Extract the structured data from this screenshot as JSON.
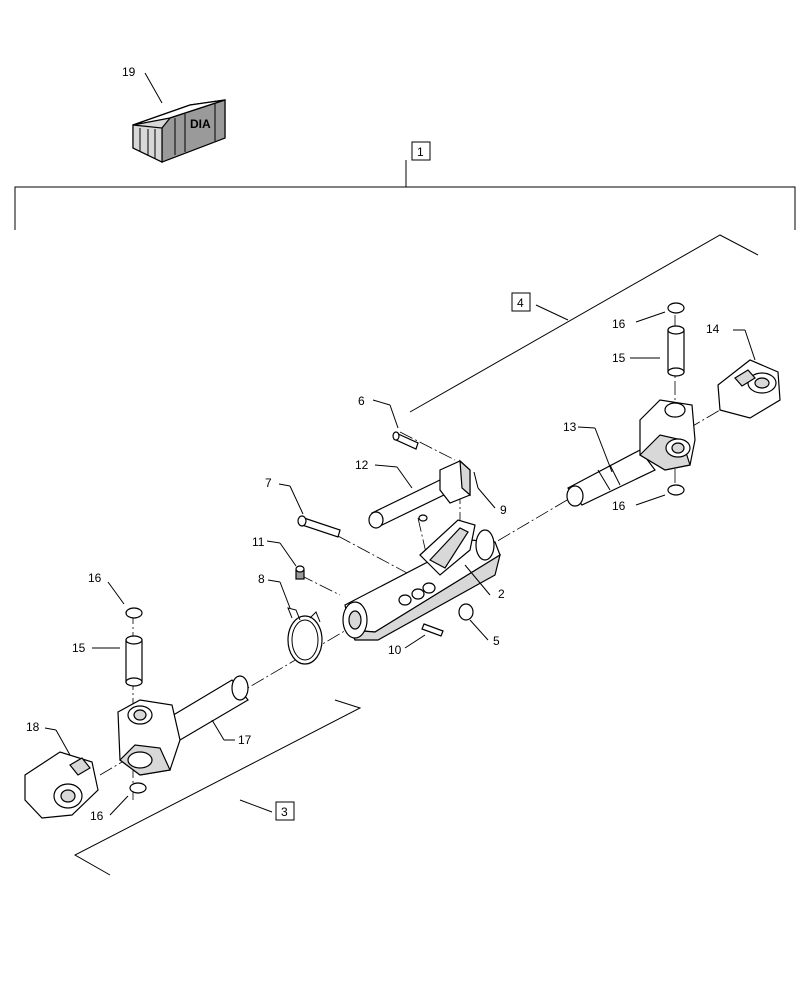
{
  "callouts": {
    "c1": "1",
    "c2": "2",
    "c3": "3",
    "c4": "4",
    "c5": "5",
    "c6": "6",
    "c7": "7",
    "c8": "8",
    "c9": "9",
    "c10": "10",
    "c11": "11",
    "c12": "12",
    "c13": "13",
    "c14": "14",
    "c15a": "15",
    "c15b": "15",
    "c16a": "16",
    "c16b": "16",
    "c16c": "16",
    "c16d": "16",
    "c17": "17",
    "c18": "18",
    "c19": "19"
  },
  "kit_logo_text": "DIA"
}
